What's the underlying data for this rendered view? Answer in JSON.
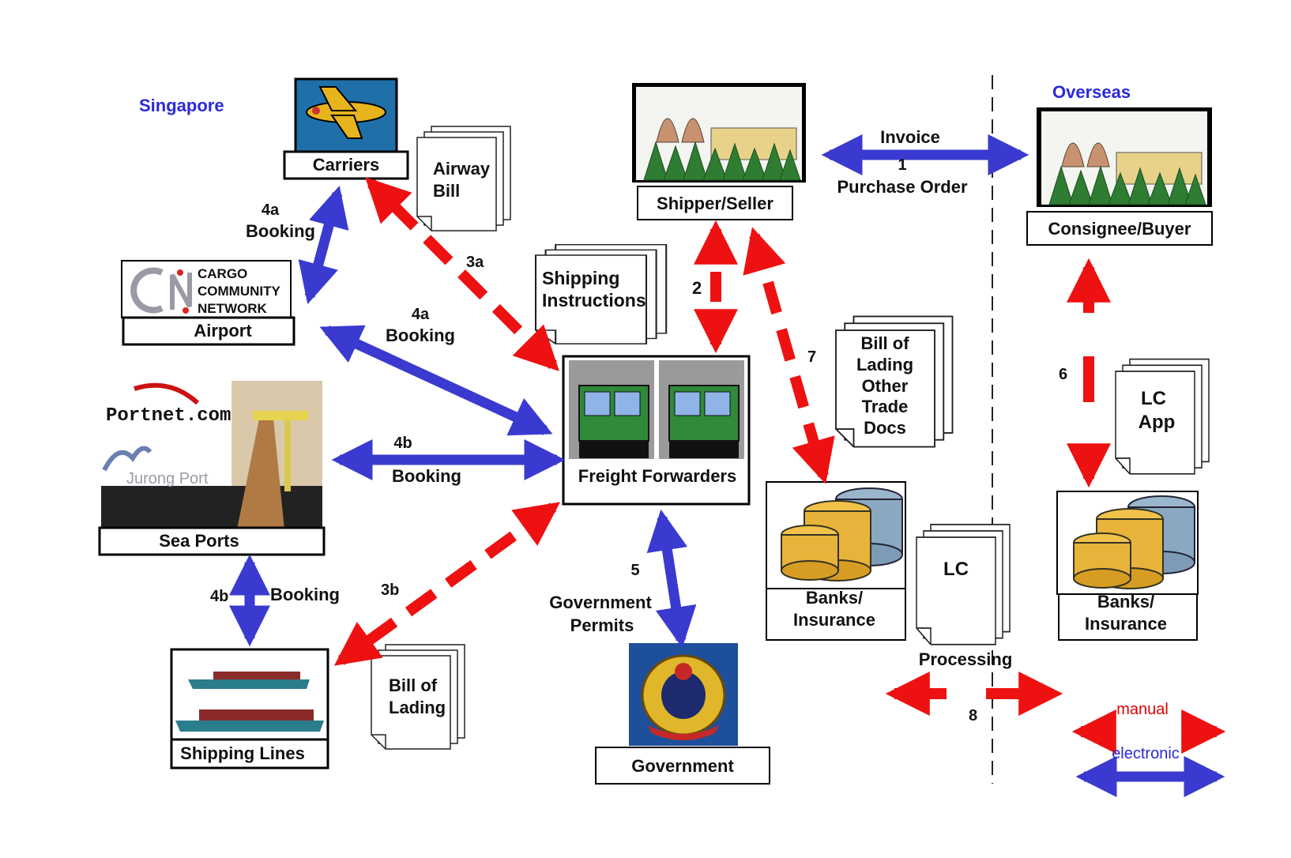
{
  "regions": {
    "singapore": "Singapore",
    "overseas": "Overseas"
  },
  "nodes": {
    "carriers": "Carriers",
    "airport": "Airport",
    "ccn_logo": [
      "CARGO",
      "COMMUNITY",
      "NETWORK"
    ],
    "sea_ports": "Sea Ports",
    "portnet_logo": "Portnet.com",
    "jurong_logo": "Jurong Port",
    "shipping_lines": "Shipping Lines",
    "shipper": "Shipper/Seller",
    "consignee": "Consignee/Buyer",
    "freight": "Freight Forwarders",
    "government": "Government",
    "banks_local": [
      "Banks/",
      "Insurance"
    ],
    "banks_overseas": [
      "Banks/",
      "Insurance"
    ]
  },
  "documents": {
    "airway_bill": [
      "Airway",
      "Bill"
    ],
    "shipping_instructions": [
      "Shipping",
      "Instructions"
    ],
    "bill_of_lading_docs": [
      "Bill of",
      "Lading",
      "Other",
      "Trade",
      "Docs"
    ],
    "lc_app": [
      "LC",
      "App"
    ],
    "lc": [
      "LC"
    ],
    "bill_of_lading": [
      "Bill of",
      "Lading"
    ]
  },
  "flows": {
    "invoice": "Invoice",
    "step1": "1",
    "purchase_order": "Purchase Order",
    "step2": "2",
    "step3a": "3a",
    "step3b": "3b",
    "step4a_air": [
      "4a",
      "Booking"
    ],
    "step4a_ff": [
      "4a",
      "Booking"
    ],
    "step4b_num": "4b",
    "step4b_label": "Booking",
    "step4b_sea_num": "4b",
    "step4b_sea_label": "Booking",
    "step5": "5",
    "gov_permits": [
      "Government",
      "Permits"
    ],
    "step6": "6",
    "step7": "7",
    "step8": "8",
    "processing": "Processing"
  },
  "legend": {
    "manual": "manual",
    "electronic": "electronic"
  },
  "colors": {
    "manual_arrow": "#ee1111",
    "electronic_arrow": "#3a3ad0",
    "region_label": "#2a2ad8"
  }
}
